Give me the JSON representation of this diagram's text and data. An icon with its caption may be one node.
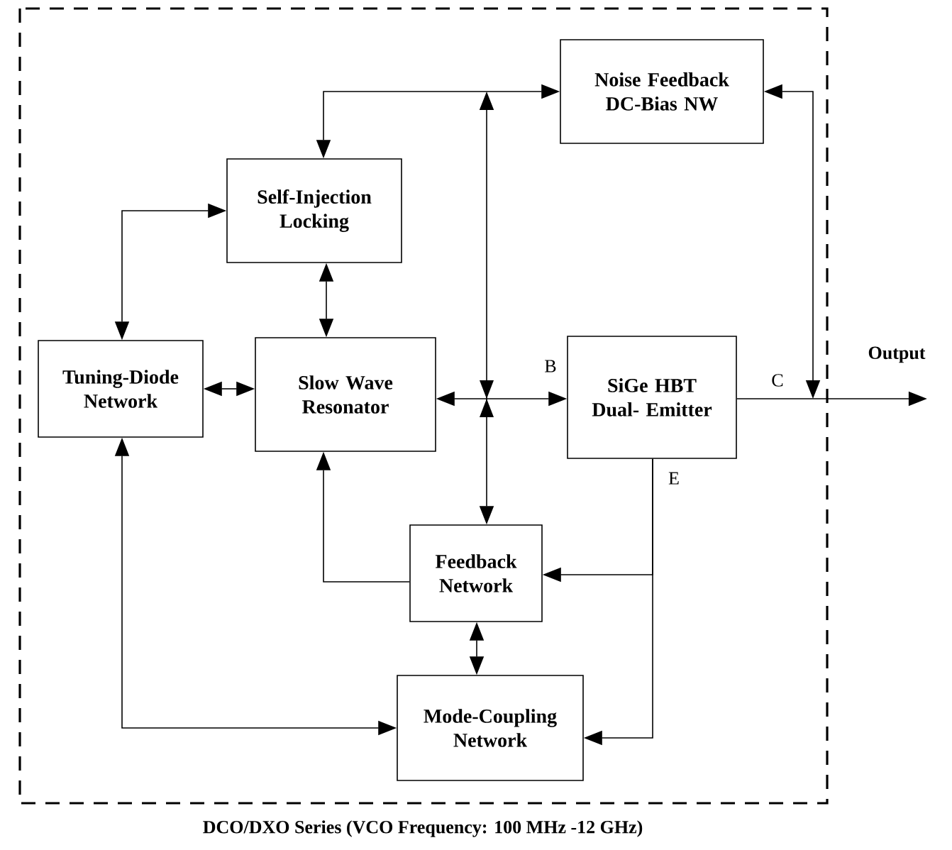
{
  "diagram": {
    "caption": "DCO/DXO Series (VCO Frequency: 100 MHz -12 GHz)",
    "nodes": [
      {
        "text": [
          "Noise Feedback DC-Bias NW"
        ]
      },
      {
        "text": [
          "Self-Injection Locking"
        ]
      },
      {
        "text": [
          "Tuning-Diode Network"
        ]
      },
      {
        "text": [
          "Slow Wave Resonator"
        ]
      },
      {
        "text": [
          "SiGe HBT Dual- Emitter"
        ],
        "beside": [
          "B",
          "C",
          "E"
        ]
      },
      {
        "text": [
          "Feedback Network"
        ]
      },
      {
        "text": [
          "Mode-Coupling Network"
        ]
      },
      {
        "text": [
          "Output"
        ]
      }
    ],
    "edges": [
      {
        "from": 1,
        "to": 0,
        "arrow": "both"
      },
      {
        "from": 2,
        "to": 1,
        "arrow": "both"
      },
      {
        "from": 2,
        "to": 3,
        "arrow": "both"
      },
      {
        "from": 1,
        "to": 3,
        "arrow": "both"
      },
      {
        "from": 3,
        "to": 4,
        "arrow": "both"
      },
      {
        "from": 5,
        "to": 0,
        "arrow": "both"
      },
      {
        "from": 5,
        "to": 3,
        "arrow": "to"
      },
      {
        "from": 4,
        "to": 5,
        "arrow": "to"
      },
      {
        "from": 4,
        "to": 6,
        "arrow": "to"
      },
      {
        "from": 5,
        "to": 6,
        "arrow": "both"
      },
      {
        "from": 2,
        "to": 6,
        "arrow": "both"
      },
      {
        "from": 4,
        "to": 7,
        "arrow": "to"
      },
      {
        "from": null,
        "to": 0,
        "arrow": "both"
      }
    ]
  }
}
